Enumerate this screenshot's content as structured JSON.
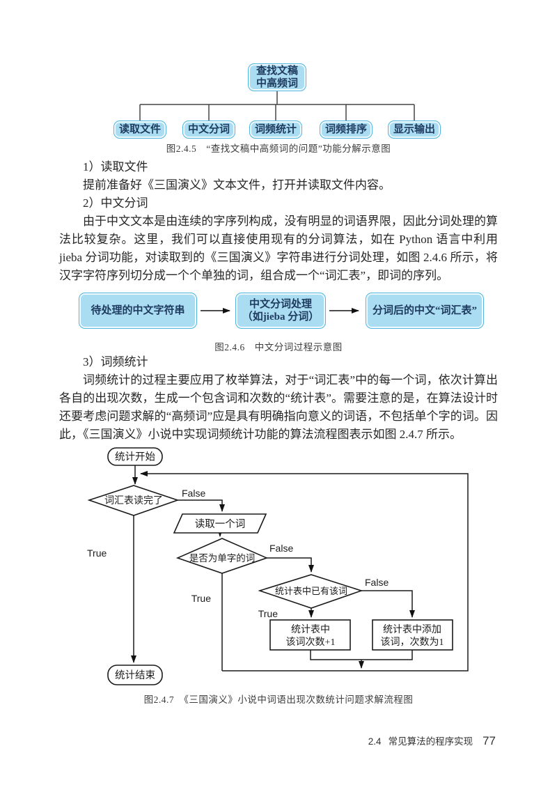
{
  "colors": {
    "box_fill": "#aadcf2",
    "box_border": "#4fb6e2",
    "box_text": "#1e3a5f",
    "flow_stroke": "#1a1a1a",
    "body_text": "#262626"
  },
  "figure_245": {
    "root": {
      "line1": "查找文稿",
      "line2": "中高频词"
    },
    "children": [
      {
        "label": "读取文件"
      },
      {
        "label": "中文分词"
      },
      {
        "label": "词频统计"
      },
      {
        "label": "词频排序"
      },
      {
        "label": "显示输出"
      }
    ],
    "caption": "图2.4.5　“查找文稿中高频词的问题”功能分解示意图"
  },
  "body": {
    "heading_1": "1）读取文件",
    "para_1": "提前准备好《三国演义》文本文件，打开并读取文件内容。",
    "heading_2": "2）中文分词",
    "para_2": "由于中文文本是由连续的字序列构成，没有明显的词语界限，因此分词处理的算法比较复杂。这里，我们可以直接使用现有的分词算法，如在 Python 语言中利用 jieba 分词功能，对读取到的《三国演义》字符串进行分词处理，如图 2.4.6 所示，将汉字字符序列切分成一个个单独的词，组合成一个“词汇表”，即词的序列。",
    "heading_3": "3）词频统计",
    "para_3": "词频统计的过程主要应用了枚举算法，对于“词汇表”中的每一个词，依次计算出各自的出现次数，生成一个包含词和次数的“统计表”。需要注意的是，在算法设计时还要考虑问题求解的“高频词”应是具有明确指向意义的词语，不包括单个字的词。因此，《三国演义》小说中实现词频统计功能的算法流程图表示如图 2.4.7 所示。"
  },
  "figure_246": {
    "box_input": "待处理的中文字符串",
    "box_process_line1": "中文分词处理",
    "box_process_line2": "（如jieba 分词）",
    "box_output": "分词后的中文“词汇表”",
    "caption": "图2.4.6　中文分词过程示意图"
  },
  "figure_247": {
    "start": "统计开始",
    "decision_finished": "词汇表读完了",
    "read_word": "读取一个词",
    "decision_single": "是否为单字的词",
    "decision_exists": "统计表中已有该词",
    "box_increment_line1": "统计表中",
    "box_increment_line2": "该词次数+1",
    "box_add_line1": "统计表中添加",
    "box_add_line2": "该词，次数为1",
    "end": "统计结束",
    "label_true": "True",
    "label_false": "False",
    "caption": "图2.4.7　《三国演义》小说中词语出现次数统计问题求解流程图"
  },
  "footer": {
    "section_number": "2.4",
    "section_title": "常见算法的程序实现",
    "page_number": "77"
  }
}
